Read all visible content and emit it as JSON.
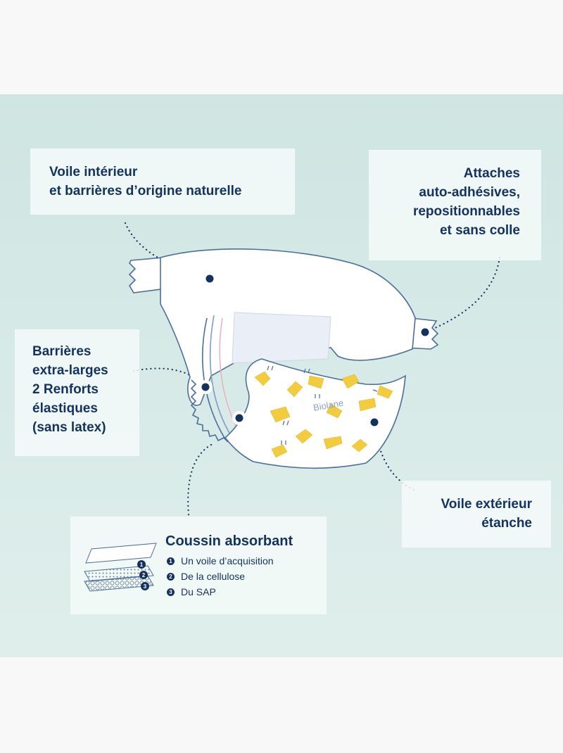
{
  "labels": {
    "voile_interieur": [
      "Voile intérieur",
      "et barrières d’origine naturelle"
    ],
    "attaches": [
      "Attaches",
      "auto-adhésives,",
      "repositionnables",
      "et sans colle"
    ],
    "barrieres": [
      "Barrières",
      "extra-larges",
      "2 Renforts",
      "élastiques",
      "(sans latex)"
    ],
    "voile_exterieur": [
      "Voile extérieur",
      "étanche"
    ]
  },
  "coussin": {
    "title": "Coussin absorbant",
    "items": [
      {
        "num": "1",
        "text": "Un voile d’acquisition"
      },
      {
        "num": "2",
        "text": "De la cellulose"
      },
      {
        "num": "3",
        "text": "Du SAP"
      }
    ]
  },
  "brand": "Biolane",
  "colors": {
    "navy": "#13325e",
    "panel": "#d4e8e5",
    "card": "#f4faf9",
    "print_yellow": "#f2cc3c",
    "diaper_white": "#ffffff"
  }
}
